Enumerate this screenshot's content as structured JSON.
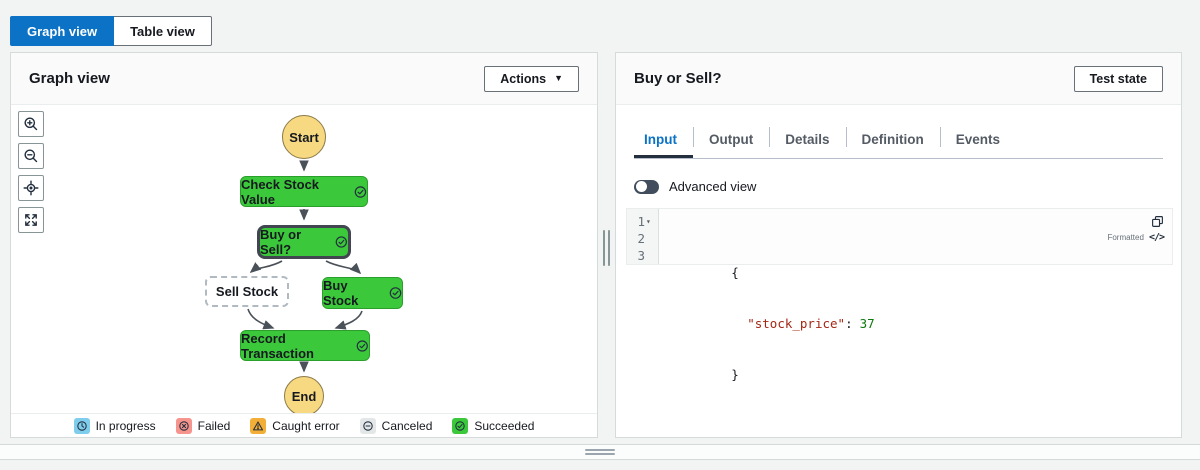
{
  "icons": {
    "caret_down": "▼",
    "fold_caret": "▾",
    "code_glyph": "</>"
  },
  "view_switcher": {
    "graph_label": "Graph view",
    "table_label": "Table view"
  },
  "graph_panel": {
    "title": "Graph view",
    "actions_label": "Actions",
    "nodes": {
      "start": "Start",
      "check_stock_value": "Check Stock Value",
      "buy_or_sell": "Buy or Sell?",
      "sell_stock": "Sell Stock",
      "buy_stock": "Buy Stock",
      "record_transaction": "Record Transaction",
      "end": "End"
    },
    "legend": [
      {
        "label": "In progress"
      },
      {
        "label": "Failed"
      },
      {
        "label": "Caught error"
      },
      {
        "label": "Canceled"
      },
      {
        "label": "Succeeded"
      }
    ]
  },
  "details_panel": {
    "title": "Buy or Sell?",
    "test_state_label": "Test state",
    "tabs": [
      {
        "label": "Input"
      },
      {
        "label": "Output"
      },
      {
        "label": "Details"
      },
      {
        "label": "Definition"
      },
      {
        "label": "Events"
      }
    ],
    "advanced_view_label": "Advanced view",
    "editor": {
      "line_numbers": [
        "1",
        "2",
        "3"
      ],
      "open_brace": "{",
      "key": "\"stock_price\"",
      "separator": ":",
      "value": "37",
      "close_brace": "}",
      "formatted_label": "Formatted"
    }
  },
  "colors": {
    "accent_blue": "#0b72c6",
    "success_green": "#3bc93b",
    "start_end_yellow": "#f7d981",
    "in_progress_blue": "#7fcdec",
    "failed_red": "#f5958d",
    "caught_error_orange": "#f2ae36",
    "canceled_gray": "#e4e7e7"
  }
}
